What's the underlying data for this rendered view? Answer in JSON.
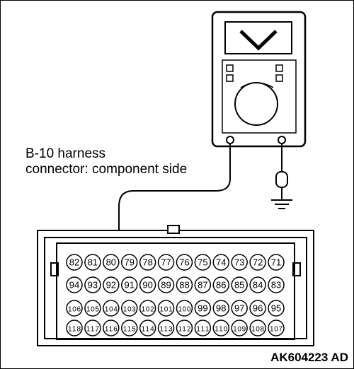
{
  "diagram": {
    "connector_label_line1": "B-10 harness",
    "connector_label_line2": "connector: component side",
    "figure_code": "AK604223 AD",
    "meter_display_symbol": "V",
    "probe_pin": "104",
    "ground_icon": "ground-icon"
  },
  "connector": {
    "rows": [
      [
        "82",
        "81",
        "80",
        "79",
        "78",
        "77",
        "76",
        "75",
        "74",
        "73",
        "72",
        "71"
      ],
      [
        "94",
        "93",
        "92",
        "91",
        "90",
        "89",
        "88",
        "87",
        "86",
        "85",
        "84",
        "83"
      ],
      [
        "106",
        "105",
        "104",
        "103",
        "102",
        "101",
        "100",
        "99",
        "98",
        "97",
        "96",
        "95"
      ],
      [
        "118",
        "117",
        "116",
        "115",
        "114",
        "113",
        "112",
        "111",
        "110",
        "109",
        "108",
        "107"
      ]
    ]
  }
}
